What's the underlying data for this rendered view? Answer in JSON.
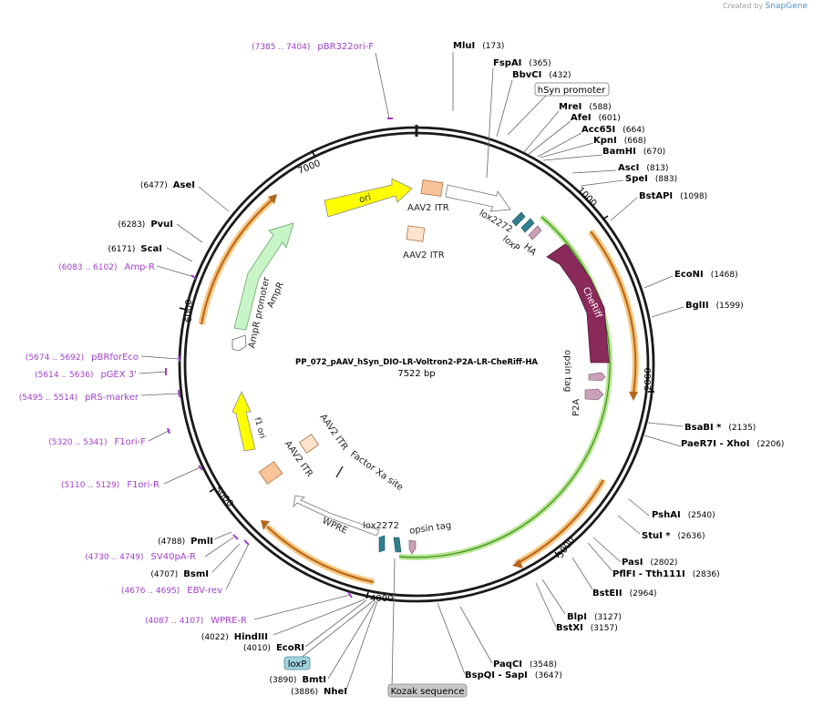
{
  "credit": {
    "prefix": "Created by",
    "brand": "SnapGene"
  },
  "plasmid": {
    "name": "PP_072_pAAV_hSyn_DIO-LR-Voltron2-P2A-LR-CheRiff-HA",
    "length": "7522 bp",
    "size_bp": 7522
  },
  "colors": {
    "backbone": "#1a1a1a",
    "enzyme": "#000000",
    "primer": "#a040c8",
    "orange_arrow": "#b5651d",
    "orange_glow": "#f7c47a",
    "green_glow": "#a8e07a",
    "ori_yellow": "#ffff00",
    "cheriff": "#8a2a5a",
    "itr": "#f9c39a",
    "teal": "#2f7f8f",
    "tag": "#c8a0b8",
    "ampr": "#c8f5c8"
  },
  "ticks": [
    {
      "label": "1000",
      "bp": 1000
    },
    {
      "label": "2000",
      "bp": 2000
    },
    {
      "label": "3000",
      "bp": 3000
    },
    {
      "label": "4000",
      "bp": 4000
    },
    {
      "label": "5000",
      "bp": 5000
    },
    {
      "label": "6000",
      "bp": 6000
    },
    {
      "label": "7000",
      "bp": 7000
    }
  ],
  "enzymes": [
    {
      "name": "MluI",
      "pos": "(173)"
    },
    {
      "name": "FspAI",
      "pos": "(365)"
    },
    {
      "name": "BbvCI",
      "pos": "(432)"
    },
    {
      "name": "MreI",
      "pos": "(588)"
    },
    {
      "name": "AfeI",
      "pos": "(601)"
    },
    {
      "name": "Acc65I",
      "pos": "(664)"
    },
    {
      "name": "KpnI",
      "pos": "(668)"
    },
    {
      "name": "BamHI",
      "pos": "(670)"
    },
    {
      "name": "AscI",
      "pos": "(813)"
    },
    {
      "name": "SpeI",
      "pos": "(883)"
    },
    {
      "name": "BstAPI",
      "pos": "(1098)"
    },
    {
      "name": "EcoNI",
      "pos": "(1468)"
    },
    {
      "name": "BglII",
      "pos": "(1599)"
    },
    {
      "name": "BsaBI *",
      "pos": "(2135)"
    },
    {
      "name": "PaeR7I - XhoI",
      "pos": "(2206)"
    },
    {
      "name": "PshAI",
      "pos": "(2540)"
    },
    {
      "name": "StuI *",
      "pos": "(2636)"
    },
    {
      "name": "PasI",
      "pos": "(2802)"
    },
    {
      "name": "PflFI - Tth111I",
      "pos": "(2836)"
    },
    {
      "name": "BstEII",
      "pos": "(2964)"
    },
    {
      "name": "BlpI",
      "pos": "(3127)"
    },
    {
      "name": "BstXI",
      "pos": "(3157)"
    },
    {
      "name": "PaqCI",
      "pos": "(3548)"
    },
    {
      "name": "BspQI - SapI",
      "pos": "(3647)"
    },
    {
      "name": "NheI",
      "pos": "(3886)"
    },
    {
      "name": "BmtI",
      "pos": "(3890)"
    },
    {
      "name": "EcoRI",
      "pos": "(4010)"
    },
    {
      "name": "HindIII",
      "pos": "(4022)"
    },
    {
      "name": "BsmI",
      "pos": "(4707)"
    },
    {
      "name": "PmlI",
      "pos": "(4788)"
    },
    {
      "name": "ScaI",
      "pos": "(6171)"
    },
    {
      "name": "PvuI",
      "pos": "(6283)"
    },
    {
      "name": "AseI",
      "pos": "(6477)"
    }
  ],
  "primers": [
    {
      "range": "(7385 .. 7404)",
      "name": "pBR322ori-F"
    },
    {
      "range": "(6083 .. 6102)",
      "name": "Amp-R"
    },
    {
      "range": "(5674 .. 5692)",
      "name": "pBRforEco"
    },
    {
      "range": "(5614 .. 5636)",
      "name": "pGEX 3'"
    },
    {
      "range": "(5495 .. 5514)",
      "name": "pRS-marker"
    },
    {
      "range": "(5320 .. 5341)",
      "name": "F1ori-F"
    },
    {
      "range": "(5110 .. 5129)",
      "name": "F1ori-R"
    },
    {
      "range": "(4730 .. 4749)",
      "name": "SV40pA-R"
    },
    {
      "range": "(4676 .. 4695)",
      "name": "EBV-rev"
    },
    {
      "range": "(4087 .. 4107)",
      "name": "WPRE-R"
    }
  ],
  "boxed_features": [
    {
      "name": "hSyn promoter"
    },
    {
      "name": "loxP"
    },
    {
      "name": "Kozak sequence"
    }
  ],
  "features": [
    {
      "name": "ori"
    },
    {
      "name": "AAV2 ITR"
    },
    {
      "name": "lox2272"
    },
    {
      "name": "HA"
    },
    {
      "name": "loxP"
    },
    {
      "name": "AAV2 ITR"
    },
    {
      "name": "CheRiff"
    },
    {
      "name": "opsin tag"
    },
    {
      "name": "P2A"
    },
    {
      "name": "AmpR"
    },
    {
      "name": "AmpR promoter"
    },
    {
      "name": "f1 ori"
    },
    {
      "name": "AAV2 ITR"
    },
    {
      "name": "AAV2 ITR"
    },
    {
      "name": "Factor Xa site"
    },
    {
      "name": "WPRE"
    },
    {
      "name": "lox2272"
    },
    {
      "name": "opsin tag"
    }
  ]
}
